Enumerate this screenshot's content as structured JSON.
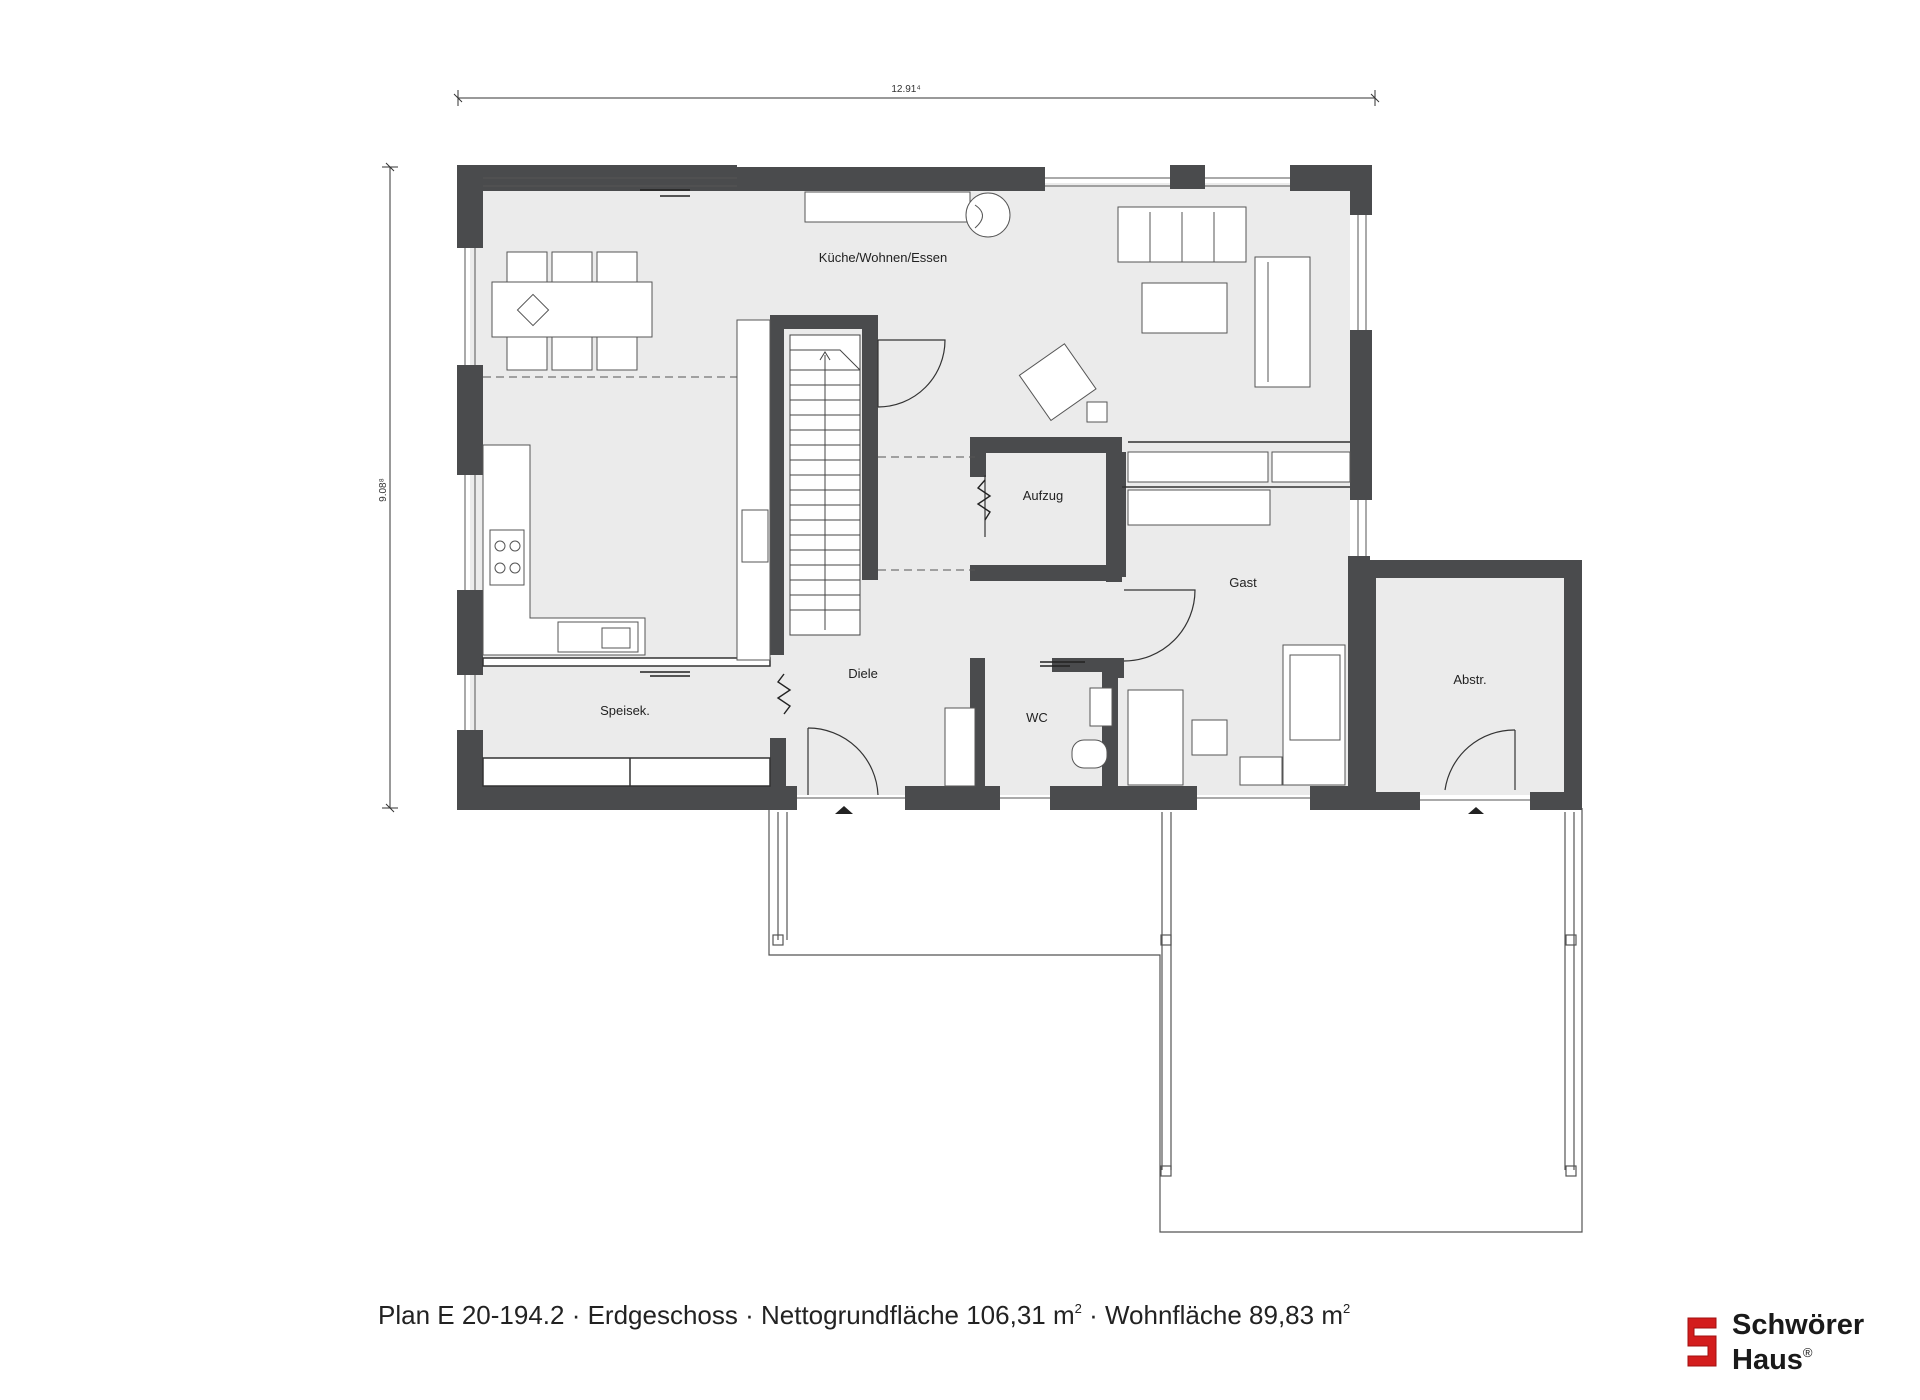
{
  "plan": {
    "dimensions": {
      "width": "12.91⁴",
      "depth": "9.08⁸"
    },
    "rooms": {
      "kitchen_living_dining": "Küche/Wohnen/Essen",
      "elevator": "Aufzug",
      "guest": "Gast",
      "hall": "Diele",
      "pantry": "Speisek.",
      "wc": "WC",
      "storage": "Abstr."
    },
    "colors": {
      "wall": "#4a4b4d",
      "floor": "#ebebeb",
      "furniture": "#666666"
    }
  },
  "caption": {
    "part1": "Plan E 20-194.2 · Erdgeschoss · Nettogrundfläche 106,31 m",
    "sup1": "2",
    "part2": " · Wohnfläche 89,83 m",
    "sup2": "2"
  },
  "logo": {
    "line1": "Schwörer",
    "line2": "Haus",
    "mark": "®"
  }
}
